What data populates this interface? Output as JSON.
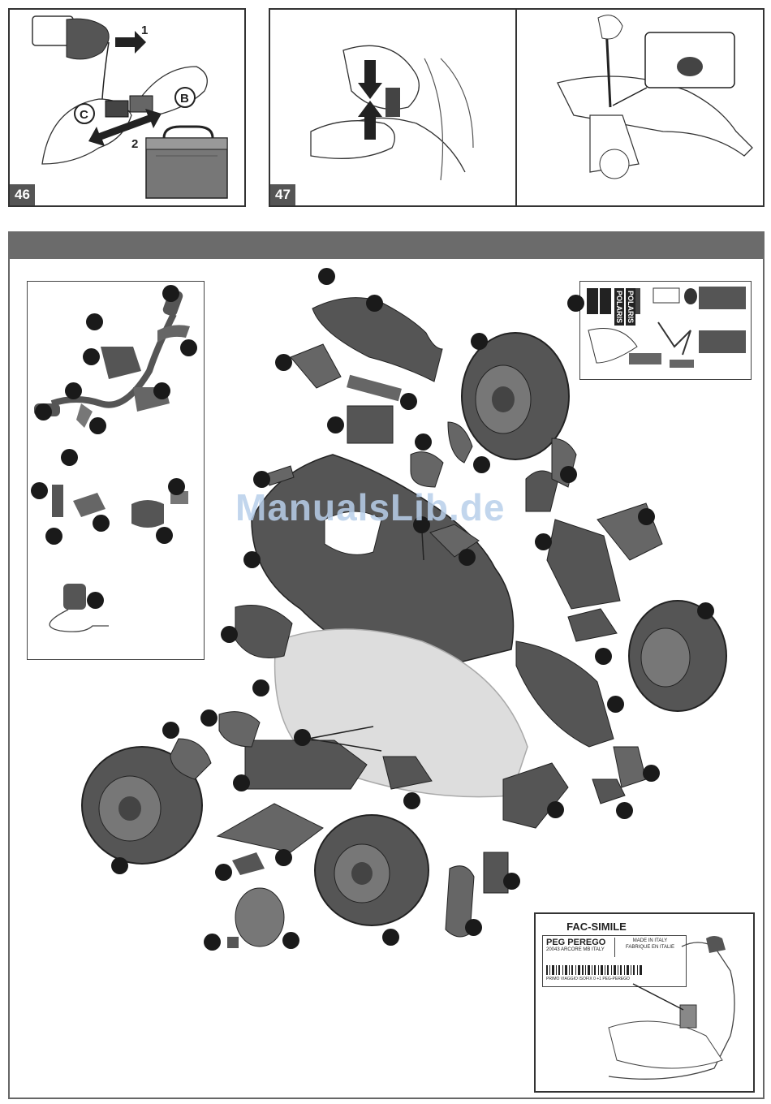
{
  "figures": {
    "fig46": {
      "number": "46",
      "callouts": {
        "step1": "1",
        "step2": "2",
        "connector_b": "B",
        "connector_c": "C"
      }
    },
    "fig47": {
      "number": "47"
    }
  },
  "parts_diagram": {
    "watermark": "ManualsLib.de",
    "sticker_sheet": {
      "brand_a": "POLARIS",
      "brand_b": "POLARIS"
    },
    "label": {
      "heading": "FAC-SIMILE",
      "brand": "PEG PEREGO",
      "address": "20043 ARCORE MB ITALY",
      "made_in_1": "MADE IN ITALY",
      "made_in_2": "FABRIQUE EN ITALIE",
      "description": "PRIMO VIAGGIO ISOFIX 0 +1 PEG-PEREGO"
    }
  },
  "colors": {
    "banner": "#6b6b6b",
    "fignum_bg": "#555555",
    "callout_dot": "#1a1a1a",
    "watermark": "#b8cfea"
  }
}
